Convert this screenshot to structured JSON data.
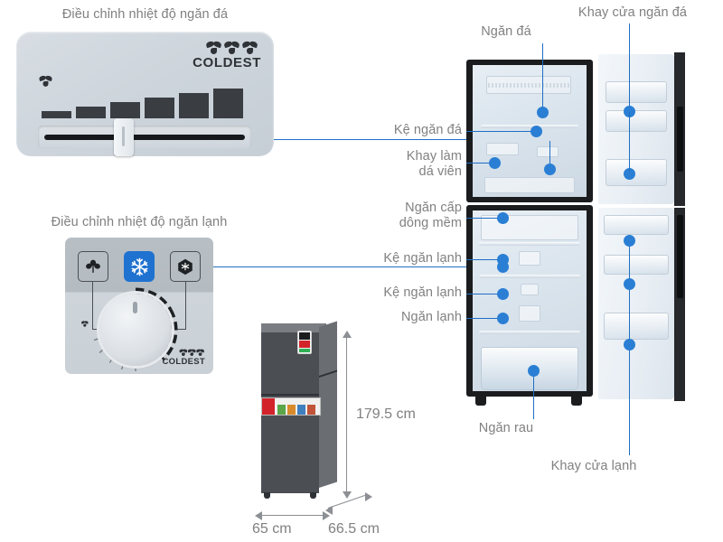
{
  "panels": {
    "freezer": {
      "title": "Điều chỉnh nhiệt độ ngăn đá",
      "coldest_label": "COLDEST",
      "fan_icon": "fan-icon",
      "slider_icon": "slider-handle-icon",
      "bar_count": 6,
      "slider_position_pct": 48
    },
    "fridge": {
      "title": "Điều chỉnh nhiệt độ ngăn lạnh",
      "coldest_label": "COLDEST",
      "icons": [
        {
          "name": "leaf-icon",
          "glyph": "leaf",
          "active": false
        },
        {
          "name": "snowflake-icon",
          "glyph": "❄",
          "active": true,
          "color": "#1f72d0"
        },
        {
          "name": "cryo-hexagon-icon",
          "glyph": "hexagon",
          "active": false
        }
      ],
      "dial_icon": "rotary-dial-icon"
    }
  },
  "callouts": [
    {
      "id": "ngan-da",
      "text": "Ngăn đá"
    },
    {
      "id": "khay-cua-da",
      "text": "Khay cửa ngăn đá"
    },
    {
      "id": "ke-ngan-da",
      "text": "Kệ ngăn đá"
    },
    {
      "id": "khay-lam-da",
      "text": "Khay làm\ndá viên"
    },
    {
      "id": "ngan-cap-dong",
      "text": "Ngăn cấp\ndông mềm"
    },
    {
      "id": "ke-ngan-lanh-1",
      "text": "Kệ ngăn lạnh"
    },
    {
      "id": "ke-ngan-lanh-2",
      "text": "Kệ ngăn lạnh"
    },
    {
      "id": "ngan-lanh",
      "text": "Ngăn lạnh"
    },
    {
      "id": "ngan-rau",
      "text": "Ngăn rau"
    },
    {
      "id": "khay-cua-lanh",
      "text": "Khay cửa lạnh"
    }
  ],
  "dimensions": {
    "height": "179.5 cm",
    "width": "65 cm",
    "depth": "66.5  cm"
  },
  "colors": {
    "accent": "#2a7fd4",
    "leader_line": "#1f6fc4",
    "label_text": "#808080",
    "snow_badge": "#1f72d0",
    "cabinet": "#1b1c1e",
    "dimension": "#8c8f93"
  }
}
